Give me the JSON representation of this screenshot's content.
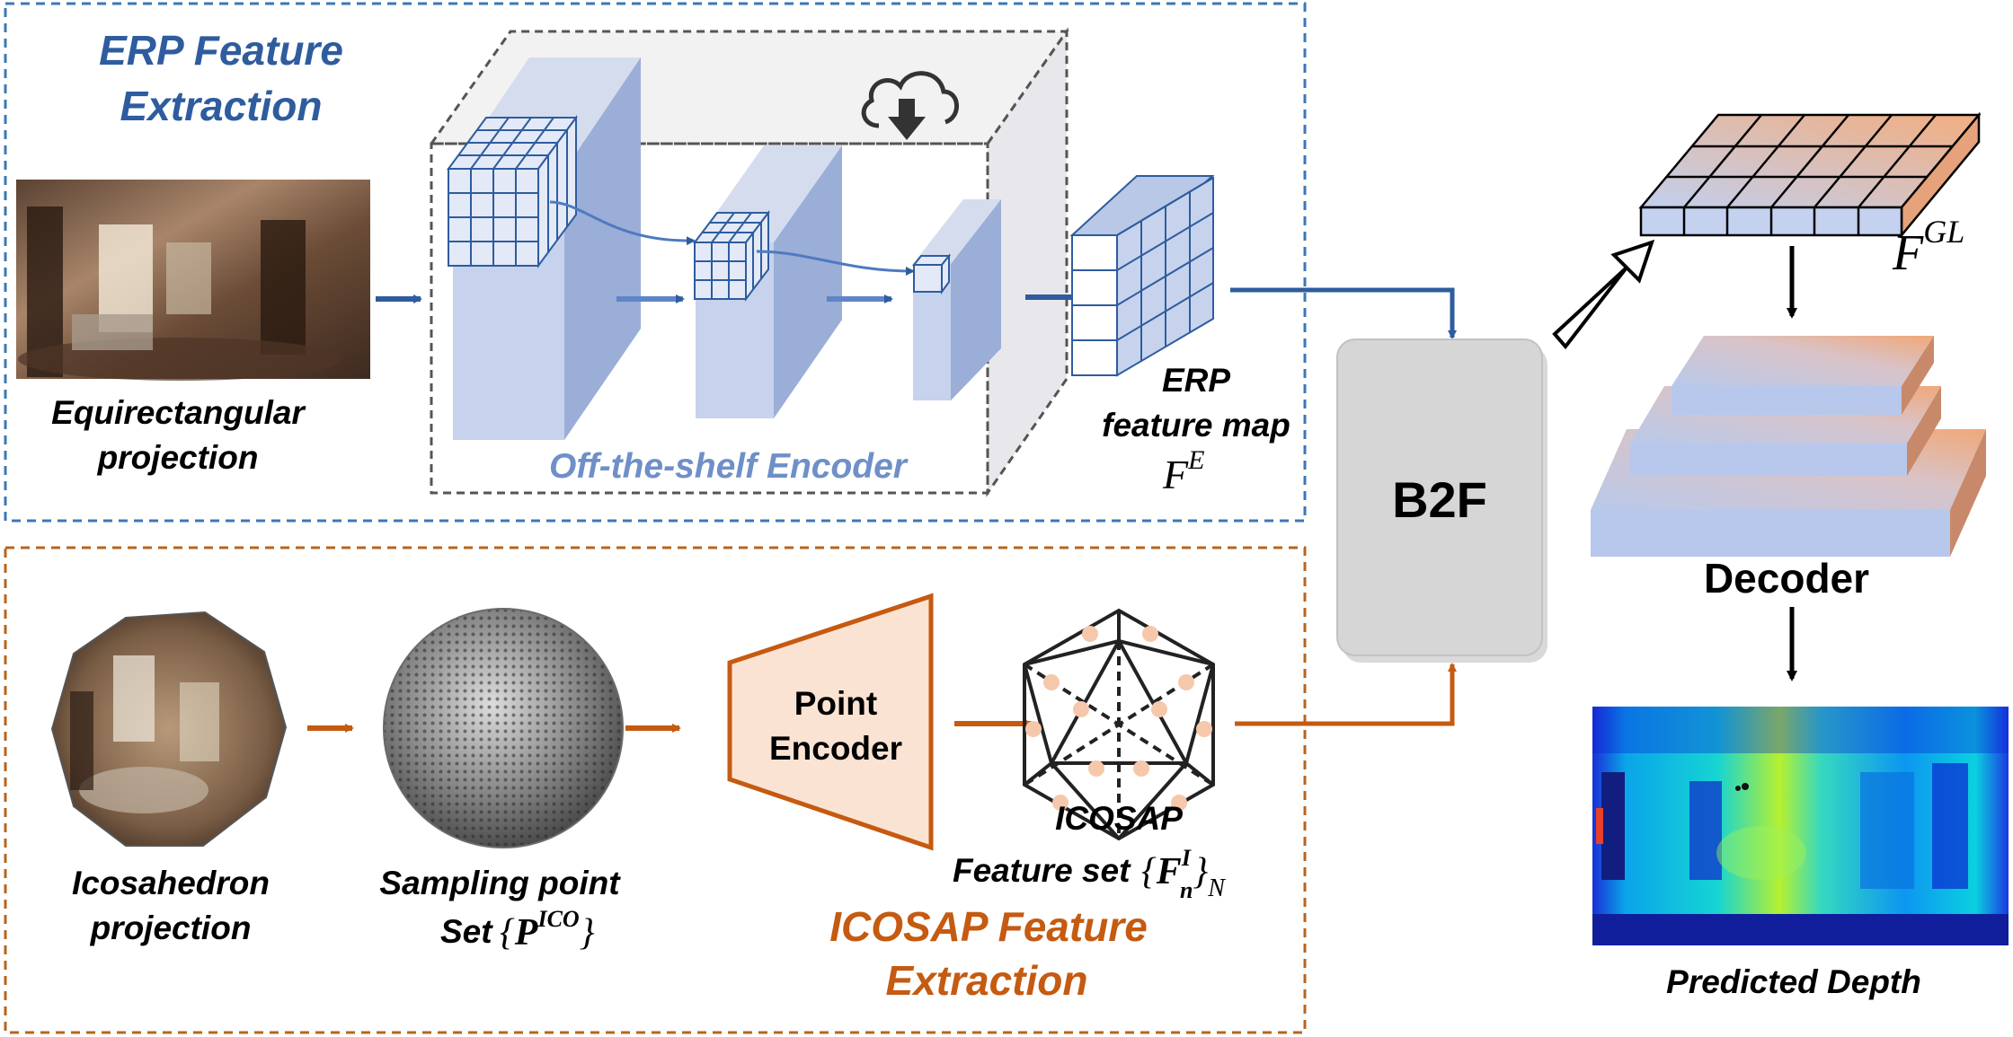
{
  "erp_section": {
    "title_line1": "ERP Feature",
    "title_line2": "Extraction",
    "input_label_line1": "Equirectangular",
    "input_label_line2": "projection",
    "encoder_label": "Off-the-shelf Encoder",
    "feature_map_line1": "ERP",
    "feature_map_line2": "feature map",
    "feature_map_symbol": "F",
    "feature_map_sup": "E",
    "download_icon": "cloud-download-icon"
  },
  "icosap_section": {
    "title_line1": "ICOSAP Feature",
    "title_line2": "Extraction",
    "ico_label_line1": "Icosahedron",
    "ico_label_line2": "projection",
    "sampling_label_line1": "Sampling point",
    "sampling_label_line2": "Set",
    "sampling_symbol": "P",
    "sampling_sup": "ICO",
    "encoder_line1": "Point",
    "encoder_line2": "Encoder",
    "feature_set_line1": "ICOSAP",
    "feature_set_line2": "Feature set",
    "feature_set_symbol": "F",
    "feature_set_sup": "I",
    "feature_set_sub": "n",
    "feature_set_outer_sub": "N"
  },
  "fusion": {
    "label": "B2F"
  },
  "output_section": {
    "global_feature_symbol": "F",
    "global_feature_sup": "GL",
    "decoder_label": "Decoder",
    "prediction_label": "Predicted Depth"
  },
  "colors": {
    "erp_blue": "#2e5c9e",
    "icosap_orange": "#c55a11",
    "dashed_blue": "#3a78b5",
    "dashed_orange": "#b8641e",
    "b2f_fill": "#d6d6d6"
  }
}
